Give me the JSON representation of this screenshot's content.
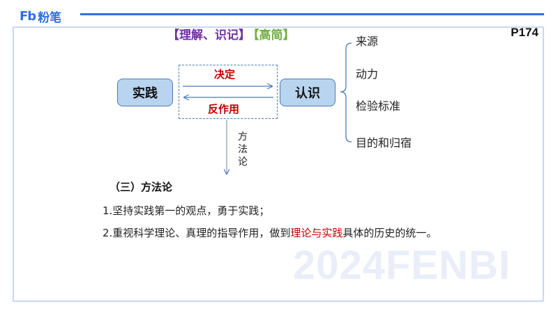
{
  "brand": {
    "mark": "Fb",
    "name": "粉笔"
  },
  "header": {
    "tag1": "【理解、识记】",
    "tag2": "【高简】",
    "page": "P174"
  },
  "diagram": {
    "left_node": "实践",
    "right_node": "认识",
    "top_relation": "决定",
    "bottom_relation": "反作用",
    "down_label": "方法论",
    "aspects": [
      "来源",
      "动力",
      "检验标准",
      "目的和归宿"
    ]
  },
  "section": {
    "title": "（三）方法论",
    "point1": "1.坚持实践第一的观点，勇于实践；",
    "point2_pre": "2.重视科学理论、真理的指导作用，做到",
    "point2_hl": "理论与实践",
    "point2_post": "具体的历史的统一。"
  },
  "watermark": "2024FENBI",
  "colors": {
    "brand": "#2f6fe4",
    "node_fill": "#b9d4ef",
    "highlight": "#c00000",
    "purple": "#7030a0",
    "green": "#70ad47"
  }
}
